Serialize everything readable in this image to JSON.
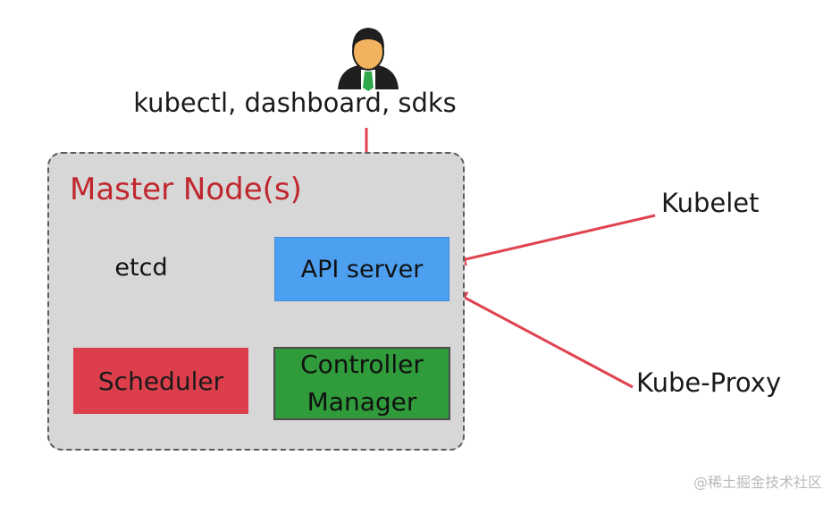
{
  "client": {
    "label": "kubectl, dashboard, sdks",
    "icon": "user-icon"
  },
  "master": {
    "title": "Master Node(s)",
    "api_server": "API server",
    "etcd": "etcd",
    "scheduler": "Scheduler",
    "controller_manager": {
      "line1": "Controller",
      "line2": "Manager"
    }
  },
  "external": {
    "kubelet": "Kubelet",
    "kube_proxy": "Kube-Proxy"
  },
  "watermark": "@稀土掘金技术社区",
  "colors": {
    "arrow": "#e0434f",
    "master_title": "#c0272d",
    "api_server": "#4d9ff0",
    "scheduler": "#dc3e4c",
    "controller_manager": "#2f9b3a",
    "master_bg": "#d7d7d8"
  }
}
